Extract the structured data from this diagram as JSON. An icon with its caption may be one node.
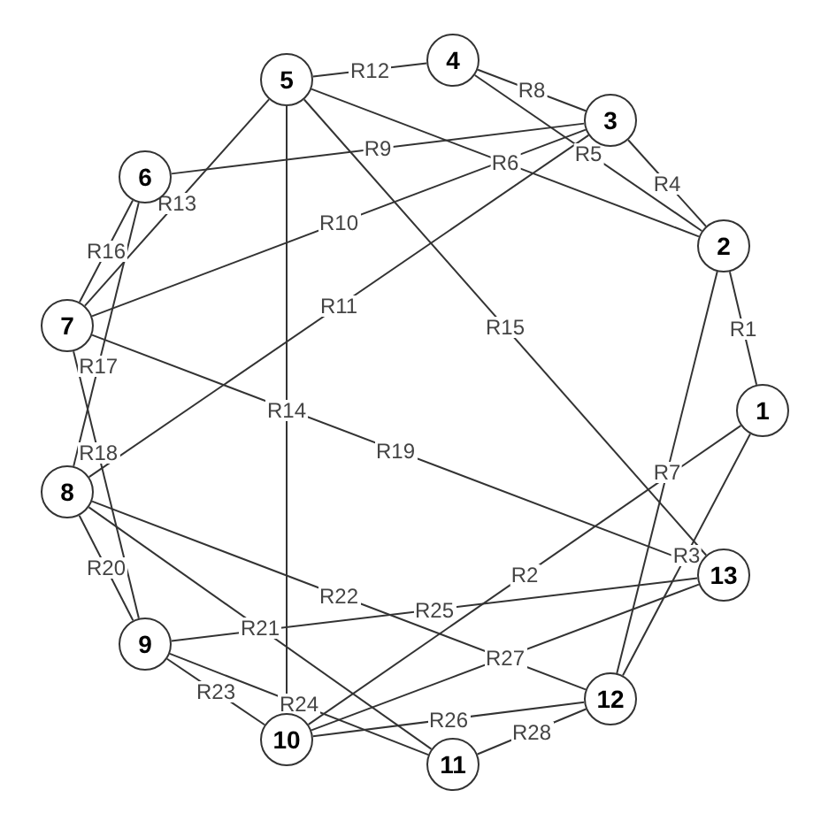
{
  "diagram": {
    "nodes": [
      {
        "text": [
          "1"
        ]
      },
      {
        "text": [
          "2"
        ]
      },
      {
        "text": [
          "3"
        ]
      },
      {
        "text": [
          "4"
        ]
      },
      {
        "text": [
          "5"
        ]
      },
      {
        "text": [
          "6"
        ]
      },
      {
        "text": [
          "7"
        ]
      },
      {
        "text": [
          "8"
        ]
      },
      {
        "text": [
          "9"
        ]
      },
      {
        "text": [
          "10"
        ]
      },
      {
        "text": [
          "11"
        ]
      },
      {
        "text": [
          "12"
        ]
      },
      {
        "text": [
          "13"
        ]
      }
    ],
    "edges": [
      {
        "from": 0,
        "to": 1,
        "arrow": "none",
        "label": "R1"
      },
      {
        "from": 0,
        "to": 9,
        "arrow": "none",
        "label": "R2"
      },
      {
        "from": 0,
        "to": 11,
        "arrow": "none",
        "label": "R3"
      },
      {
        "from": 1,
        "to": 2,
        "arrow": "none",
        "label": "R4"
      },
      {
        "from": 1,
        "to": 3,
        "arrow": "none",
        "label": "R5"
      },
      {
        "from": 1,
        "to": 4,
        "arrow": "none",
        "label": "R6"
      },
      {
        "from": 1,
        "to": 11,
        "arrow": "none",
        "label": "R7"
      },
      {
        "from": 2,
        "to": 3,
        "arrow": "none",
        "label": "R8"
      },
      {
        "from": 2,
        "to": 5,
        "arrow": "none",
        "label": "R9"
      },
      {
        "from": 2,
        "to": 6,
        "arrow": "none",
        "label": "R10"
      },
      {
        "from": 2,
        "to": 7,
        "arrow": "none",
        "label": "R11"
      },
      {
        "from": 3,
        "to": 4,
        "arrow": "none",
        "label": "R12"
      },
      {
        "from": 4,
        "to": 6,
        "arrow": "none",
        "label": "R13"
      },
      {
        "from": 4,
        "to": 9,
        "arrow": "none",
        "label": "R14"
      },
      {
        "from": 4,
        "to": 12,
        "arrow": "none",
        "label": "R15"
      },
      {
        "from": 5,
        "to": 6,
        "arrow": "none",
        "label": "R16"
      },
      {
        "from": 5,
        "to": 7,
        "arrow": "none",
        "label": "R17"
      },
      {
        "from": 6,
        "to": 8,
        "arrow": "none",
        "label": "R18"
      },
      {
        "from": 6,
        "to": 12,
        "arrow": "none",
        "label": "R19"
      },
      {
        "from": 7,
        "to": 8,
        "arrow": "none",
        "label": "R20"
      },
      {
        "from": 7,
        "to": 10,
        "arrow": "none",
        "label": "R21"
      },
      {
        "from": 7,
        "to": 11,
        "arrow": "none",
        "label": "R22"
      },
      {
        "from": 8,
        "to": 9,
        "arrow": "none",
        "label": "R23"
      },
      {
        "from": 8,
        "to": 10,
        "arrow": "none",
        "label": "R24"
      },
      {
        "from": 8,
        "to": 12,
        "arrow": "none",
        "label": "R25"
      },
      {
        "from": 9,
        "to": 11,
        "arrow": "none",
        "label": "R26"
      },
      {
        "from": 9,
        "to": 12,
        "arrow": "none",
        "label": "R27"
      },
      {
        "from": 10,
        "to": 11,
        "arrow": "none",
        "label": "R28"
      }
    ]
  }
}
